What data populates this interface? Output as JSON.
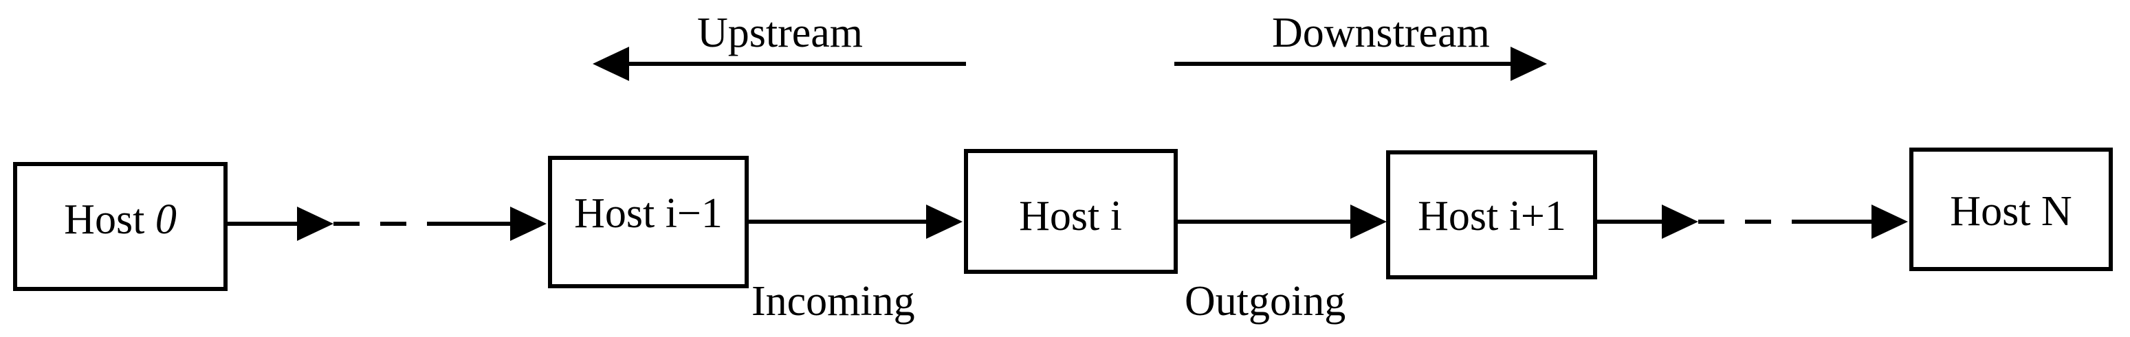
{
  "direction_labels": {
    "upstream": "Upstream",
    "downstream": "Downstream"
  },
  "hosts": {
    "host_0": {
      "prefix": "Host ",
      "suffix": "0"
    },
    "host_i_minus_1": "Host i−1",
    "host_i": "Host i",
    "host_i_plus_1": "Host i+1",
    "host_n": "Host N"
  },
  "link_labels": {
    "incoming": "Incoming",
    "outgoing": "Outgoing"
  }
}
